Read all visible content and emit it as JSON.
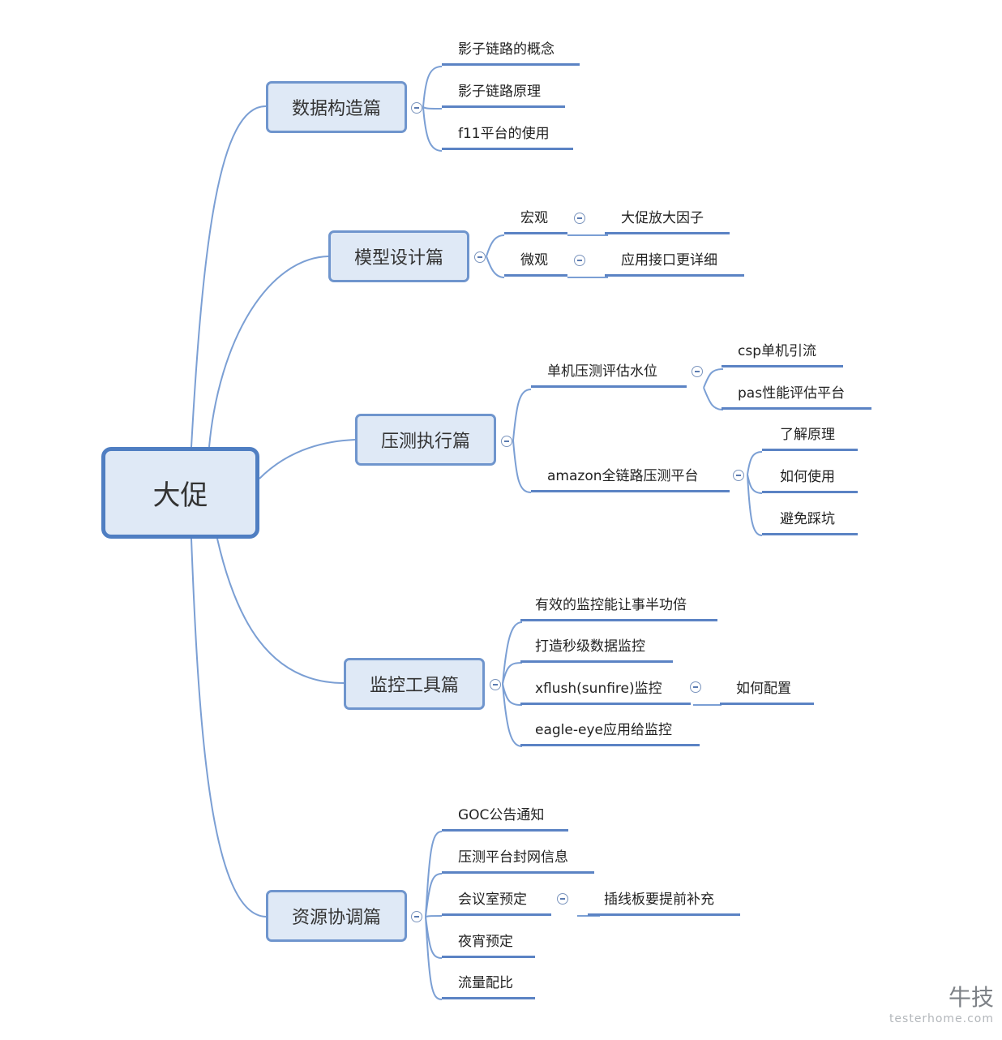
{
  "root": {
    "label": "大促"
  },
  "branches": [
    {
      "id": "b1",
      "label": "数据构造篇",
      "children": [
        "影子链路的概念",
        "影子链路原理",
        "f11平台的使用"
      ]
    },
    {
      "id": "b2",
      "label": "模型设计篇",
      "children": [
        {
          "label": "宏观",
          "child": "大促放大因子"
        },
        {
          "label": "微观",
          "child": "应用接口更详细"
        }
      ]
    },
    {
      "id": "b3",
      "label": "压测执行篇",
      "children": [
        {
          "label": "单机压测评估水位",
          "children": [
            "csp单机引流",
            "pas性能评估平台"
          ]
        },
        {
          "label": "amazon全链路压测平台",
          "children": [
            "了解原理",
            "如何使用",
            "避免踩坑"
          ]
        }
      ]
    },
    {
      "id": "b4",
      "label": "监控工具篇",
      "children": [
        "有效的监控能让事半功倍",
        "打造秒级数据监控",
        {
          "label": "xflush(sunfire)监控",
          "child": "如何配置"
        },
        "eagle-eye应用给监控"
      ]
    },
    {
      "id": "b5",
      "label": "资源协调篇",
      "children": [
        "GOC公告通知",
        "压测平台封网信息",
        {
          "label": "会议室预定",
          "child": "插线板要提前补充"
        },
        "夜宵预定",
        "流量配比"
      ]
    }
  ],
  "watermark": {
    "logo": "牛技",
    "url": "testerhome.com"
  },
  "colors": {
    "line": "#5b83c4",
    "node_fill": "#dfe9f6",
    "node_border": "#6f95cd",
    "root_border": "#4f7ec2"
  }
}
